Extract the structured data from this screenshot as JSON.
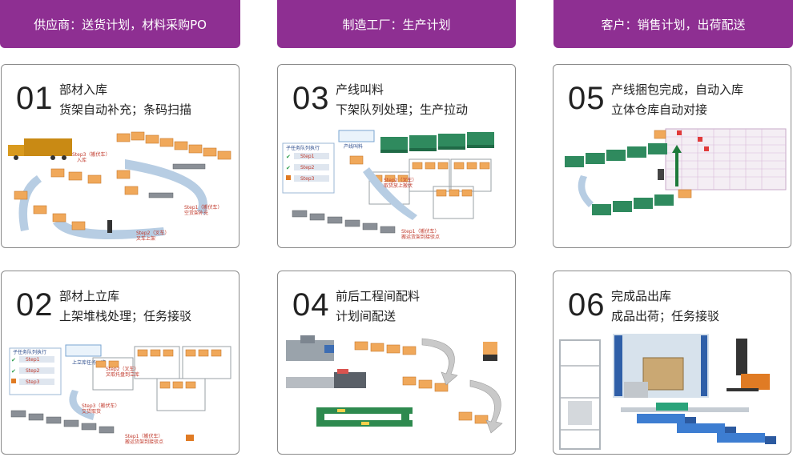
{
  "headers": [
    {
      "label": "供应商：送货计划，材料采购PO"
    },
    {
      "label": "制造工厂：生产计划"
    },
    {
      "label": "客户：销售计划，出荷配送"
    }
  ],
  "cards": [
    {
      "number": "01",
      "line1": "部材入库",
      "line2": "货架自动补充；条码扫描",
      "labels": {
        "step3": "Step3（搬伏车）",
        "step3b": "入库",
        "step1": "Step1（搬伏车）",
        "step1b": "空货架补充",
        "step2": "Step2（叉车）",
        "step2b": "叉车上架"
      }
    },
    {
      "number": "02",
      "line1": "部材上立库",
      "line2": "上架堆栈处理；任务接驳",
      "labels": {
        "panel": "子任务队列执行",
        "s1": "Step1",
        "s2": "Step2",
        "s3": "Step3",
        "top": "上立库任务一览",
        "step2": "Step2（叉车）",
        "step2b": "叉取托盘到立库",
        "step3": "Step3（搬伏车）",
        "step3b": "交货取货",
        "step1": "Step1（搬伏车）",
        "step1b": "搬运货架到接驳点"
      }
    },
    {
      "number": "03",
      "line1": "产线叫料",
      "line2": "下架队列处理；生产拉动",
      "labels": {
        "panel": "子任务队列执行",
        "s1": "Step1",
        "s2": "Step2",
        "s3": "Step3",
        "top": "产线叫料",
        "step2": "Step2（叉车）",
        "step2b": "取货放上搬伏",
        "step1": "Step1（搬伏车）",
        "step1b": "搬运货架到接驳点"
      }
    },
    {
      "number": "04",
      "line1": "前后工程间配料",
      "line2": "计划间配送"
    },
    {
      "number": "05",
      "line1": "产线捆包完成，自动入库",
      "line2": "立体仓库自动对接"
    },
    {
      "number": "06",
      "line1": "完成品出库",
      "line2": "成品出荷；任务接驳"
    }
  ],
  "colors": {
    "header": "#8e2f92",
    "border": "#8a8a8a",
    "box": "#f0a85a",
    "truck": "#2f8a5e",
    "arrow": "#b7cde3"
  }
}
